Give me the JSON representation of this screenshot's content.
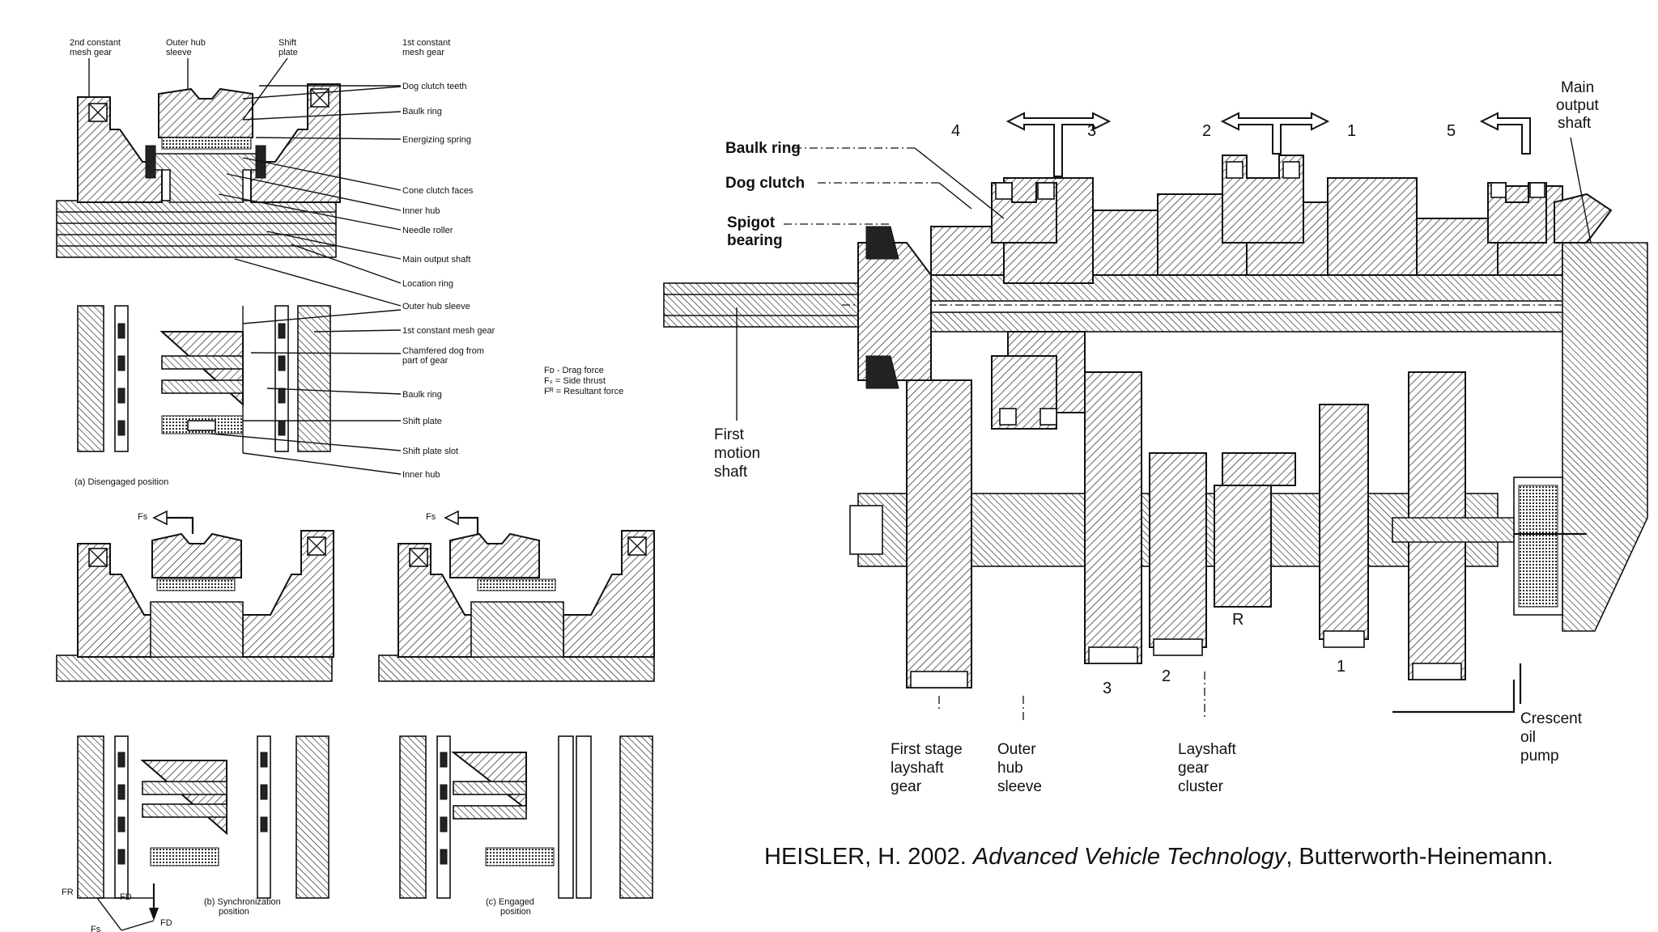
{
  "left_diagram": {
    "callouts": {
      "second_constant_mesh_gear": [
        "2nd constant",
        "mesh gear"
      ],
      "outer_hub_sleeve_top": [
        "Outer hub",
        "sleeve"
      ],
      "shift_plate_top": [
        "Shift",
        "plate"
      ],
      "first_constant_mesh_gear_top": [
        "1st constant",
        "mesh gear"
      ],
      "right_list": [
        "Dog clutch teeth",
        "Baulk ring",
        "Energizing spring",
        "Cone clutch faces",
        "Inner hub",
        "Needle roller",
        "Main output shaft",
        "Location ring",
        "Outer hub sleeve",
        "1st constant mesh gear",
        "Chamfered dog from",
        "part of gear",
        "Baulk ring",
        "Shift plate",
        "Shift plate slot",
        "Inner hub"
      ]
    },
    "legend": {
      "drag": "Fᴅ - Drag force",
      "side": "Fₛ = Side thrust",
      "resultant": "Fᴿ = Resultant force"
    },
    "captions": {
      "a": "(a)  Disengaged position",
      "b": [
        "(b)  Synchronization",
        "position"
      ],
      "c": [
        "(c)  Engaged",
        "position"
      ]
    },
    "force_labels": {
      "fs_b": "Fs",
      "fs_c": "Fs",
      "fr": "FR",
      "fd": "FD",
      "fd2": "FD",
      "fs_bottom": "Fs"
    }
  },
  "right_diagram": {
    "labels": {
      "baulk_ring": "Baulk ring",
      "dog_clutch": "Dog clutch",
      "spigot_bearing": [
        "Spigot",
        "bearing"
      ],
      "main_output_shaft": [
        "Main",
        "output",
        "shaft"
      ],
      "first_motion_shaft": [
        "First",
        "motion",
        "shaft"
      ],
      "first_stage_layshaft_gear": [
        "First stage",
        "layshaft",
        "gear"
      ],
      "outer_hub_sleeve": [
        "Outer",
        "hub",
        "sleeve"
      ],
      "layshaft_gear_cluster": [
        "Layshaft",
        "gear",
        "cluster"
      ],
      "crescent_oil_pump": [
        "Crescent",
        "oil",
        "pump"
      ]
    },
    "gear_numbers": {
      "g4": "4",
      "g3": "3",
      "g2": "2",
      "g1": "1",
      "g5": "5",
      "lay3": "3",
      "lay2": "2",
      "layR": "R",
      "lay1": "1"
    }
  },
  "citation": {
    "prefix": "HEISLER, H. 2002. ",
    "title": "Advanced Vehicle Technology",
    "suffix": ", Butterworth-Heinemann."
  },
  "colors": {
    "ink": "#111111",
    "background": "#ffffff"
  }
}
